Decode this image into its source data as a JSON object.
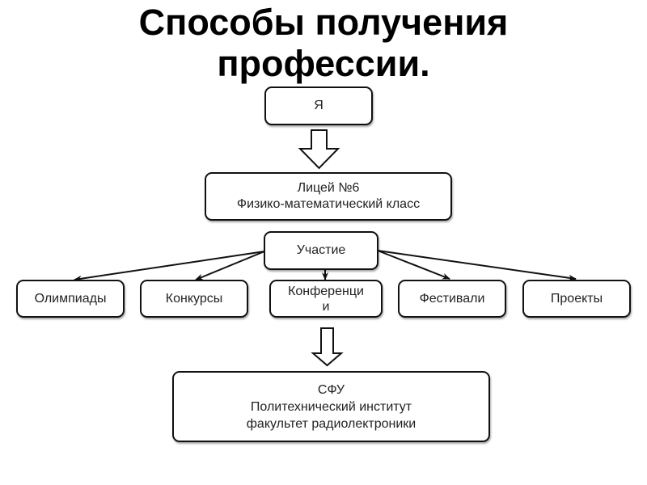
{
  "title": {
    "line1": "Способы получения",
    "line2": "профессии."
  },
  "nodes": {
    "me": "Я",
    "lyceum": "Лицей №6\nФизико-математический класс",
    "participation": "Участие",
    "olympiads": "Олимпиады",
    "contests": "Конкурсы",
    "conferences": "Конференци\nи",
    "festivals": "Фестивали",
    "projects": "Проекты",
    "university": "СФУ\nПолитехнический институт\nфакультет радиолектроники"
  },
  "connections": [
    {
      "from": "me",
      "to": "lyceum",
      "style": "block-arrow"
    },
    {
      "from": "participation",
      "to": "olympiads",
      "style": "arrow"
    },
    {
      "from": "participation",
      "to": "contests",
      "style": "arrow"
    },
    {
      "from": "participation",
      "to": "conferences",
      "style": "arrow"
    },
    {
      "from": "participation",
      "to": "festivals",
      "style": "arrow"
    },
    {
      "from": "participation",
      "to": "projects",
      "style": "arrow"
    },
    {
      "from": "conferences",
      "to": "university",
      "style": "block-arrow"
    }
  ]
}
